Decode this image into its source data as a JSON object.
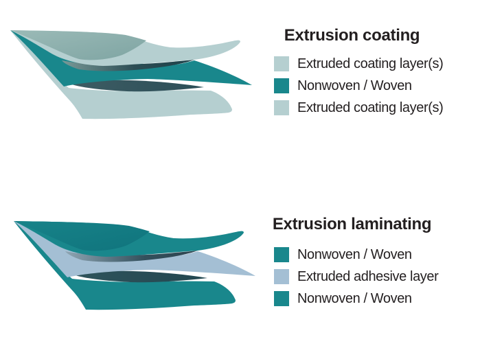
{
  "colors": {
    "background": "#ffffff",
    "text": "#231f20",
    "teal": "#19878c",
    "tealdark": "#14808a",
    "light": "#b5cfd0",
    "blue": "#a4bfd4",
    "sage": "#8fb2b0"
  },
  "sections": [
    {
      "title": "Extrusion coating",
      "legend": [
        {
          "swatch": "light",
          "label": "Extruded coating layer(s)"
        },
        {
          "swatch": "teal",
          "label": "Nonwoven / Woven"
        },
        {
          "swatch": "light",
          "label": "Extruded coating layer(s)"
        }
      ]
    },
    {
      "title": "Extrusion laminating",
      "legend": [
        {
          "swatch": "teal",
          "label": "Nonwoven / Woven"
        },
        {
          "swatch": "blue",
          "label": "Extruded adhesive layer"
        },
        {
          "swatch": "teal",
          "label": "Nonwoven / Woven"
        }
      ]
    }
  ]
}
